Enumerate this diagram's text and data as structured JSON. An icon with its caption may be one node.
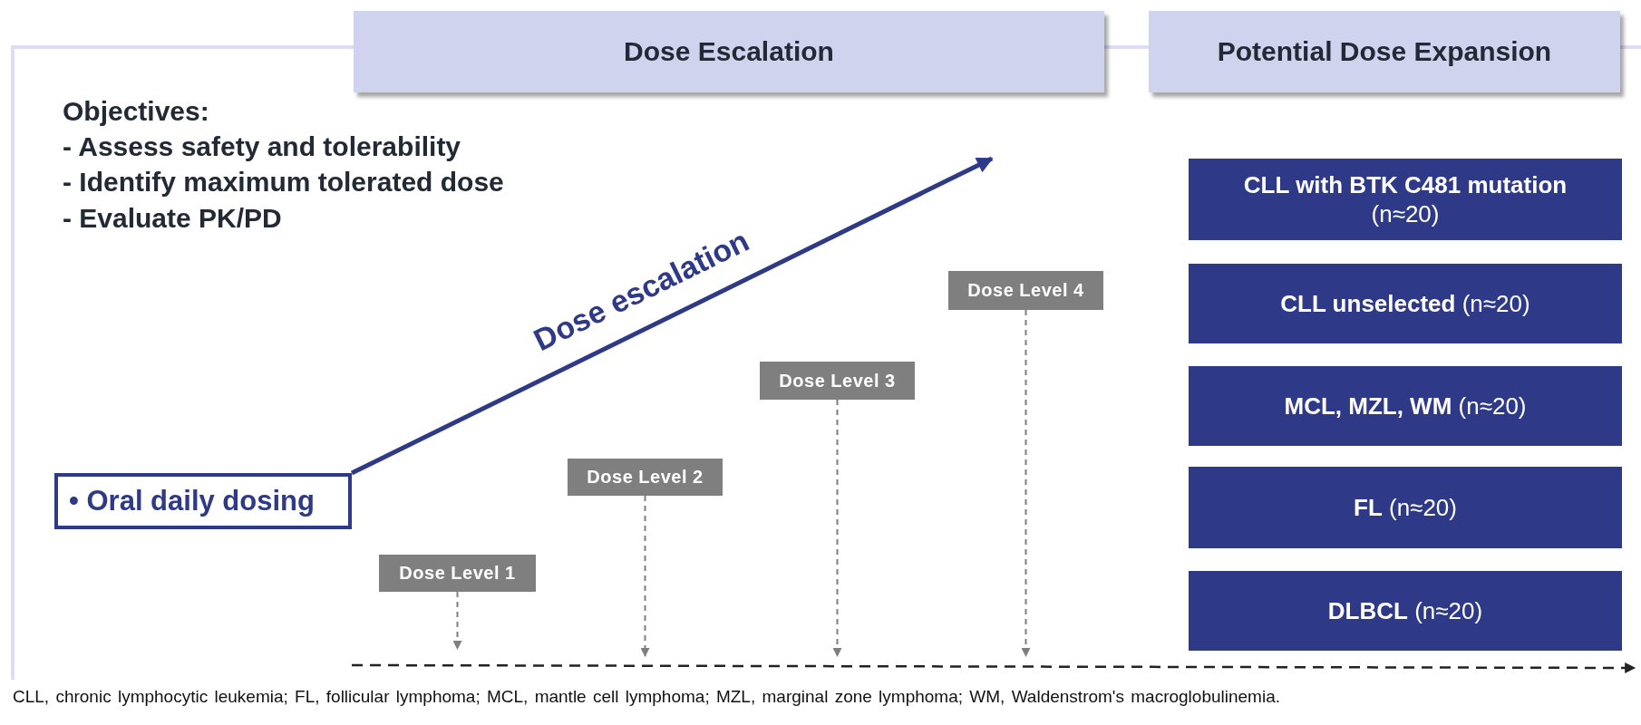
{
  "diagram": {
    "caption": "CLL, chronic lymphocytic leukemia;  FL, follicular lymphoma; MCL, mantle cell lymphoma; MZL, marginal zone lymphoma; WM, Waldenstrom's macroglobulinemia.",
    "nodes": [
      {
        "text": [
          "Dose Escalation"
        ]
      },
      {
        "text": [
          "Potential Dose Expansion"
        ]
      },
      {
        "text": [
          "• Oral daily dosing"
        ]
      },
      {
        "text": [
          "Dose Level 1"
        ]
      },
      {
        "text": [
          "Dose Level 2"
        ]
      },
      {
        "text": [
          "Dose Level 3"
        ]
      },
      {
        "text": [
          "Dose Level 4"
        ]
      },
      {
        "text": [
          "**CLL with BTK C481 mutation** (n≈20)"
        ]
      },
      {
        "text": [
          "**CLL unselected** (n≈20)"
        ]
      },
      {
        "text": [
          "**MCL, MZL, WM** (n≈20)"
        ]
      },
      {
        "text": [
          "**FL** (n≈20)"
        ]
      },
      {
        "text": [
          "**DLBCL** (n≈20)"
        ]
      }
    ],
    "edges": [
      {
        "from": 2,
        "to": null,
        "arrow": "to",
        "label": "Dose escalation",
        "style": "thick",
        "color": "#2e3a87"
      },
      {
        "from": 3,
        "to": null,
        "arrow": "to",
        "style": "dashed"
      },
      {
        "from": 4,
        "to": null,
        "arrow": "to",
        "style": "dashed"
      },
      {
        "from": 5,
        "to": null,
        "arrow": "to",
        "style": "dashed"
      },
      {
        "from": 6,
        "to": null,
        "arrow": "to",
        "style": "dashed"
      }
    ],
    "labels": [
      "Objectives:",
      "- Assess safety and tolerability",
      "- Identify maximum tolerated dose",
      "- Evaluate PK/PD"
    ]
  }
}
